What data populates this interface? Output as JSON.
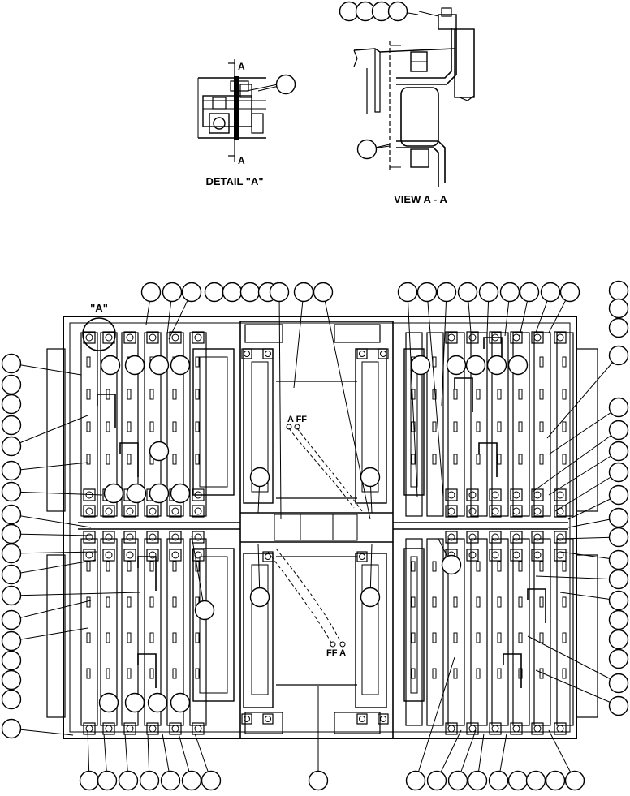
{
  "labels": {
    "detail_title": "DETAIL \"A\"",
    "detail_marker": "\"A\"",
    "section_a": "A",
    "view_title": "VIEW A - A",
    "ff_upper": "A FF",
    "ff_lower": "FF A"
  },
  "colors": {
    "line": "#000000",
    "background": "#ffffff",
    "balloon_fill": "#ffffff"
  }
}
